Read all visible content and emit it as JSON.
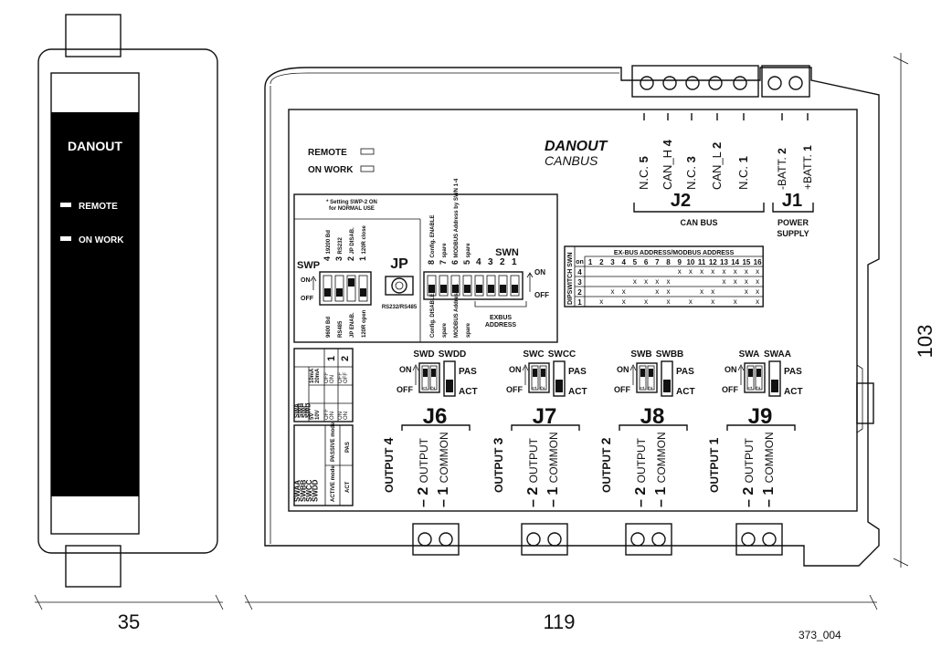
{
  "side_view": {
    "title": "DANOUT",
    "leds": [
      "REMOTE",
      "ON WORK"
    ],
    "width_dim": "35"
  },
  "front": {
    "brand": "DANOUT",
    "brand_sub": "CANBUS",
    "leds": [
      "REMOTE",
      "ON WORK"
    ],
    "width_dim": "119",
    "height_dim": "103",
    "figure_code": "373_004"
  },
  "connectors": {
    "j2": {
      "label": "J2",
      "group": "CAN BUS",
      "pins": [
        {
          "name": "N.C.",
          "num": "5"
        },
        {
          "name": "CAN_H",
          "num": "4"
        },
        {
          "name": "N.C.",
          "num": "3"
        },
        {
          "name": "CAN_L",
          "num": "2"
        },
        {
          "name": "N.C.",
          "num": "1"
        }
      ]
    },
    "j1": {
      "label": "J1",
      "group_line1": "POWER",
      "group_line2": "SUPPLY",
      "pins": [
        {
          "name": "-BATT.",
          "num": "2"
        },
        {
          "name": "+BATT.",
          "num": "1"
        }
      ]
    }
  },
  "swp_panel": {
    "note_line1": "* Setting SWP-2 ON",
    "note_line2": "for NORMAL USE",
    "swp_label": "SWP",
    "on": "ON",
    "off": "OFF",
    "top_labels": [
      {
        "num": "4",
        "text": "19200 Bd"
      },
      {
        "num": "3",
        "text": "RS232"
      },
      {
        "num": "2",
        "text": "JP DISAB."
      },
      {
        "num": "1",
        "text": "120R close"
      }
    ],
    "bottom_labels": [
      "9600 Bd",
      "RS485",
      "JP ENAB.",
      "120R open"
    ],
    "jp_label": "JP",
    "jp_sub": "RS232/RS485",
    "swn_label": "SWN",
    "swn_top_labels": [
      {
        "num": "8",
        "text": "Config. ENABLE"
      },
      {
        "num": "7",
        "text": "spare"
      },
      {
        "num": "6",
        "text": "MODBUS Address by SWN 1-4"
      },
      {
        "num": "5",
        "text": "spare"
      }
    ],
    "swn_bottom_labels": [
      "Config. DISABLE",
      "spare",
      "MODBUS Address=1",
      "spare"
    ],
    "swn_nums_right": [
      "4",
      "3",
      "2",
      "1"
    ],
    "exbus_line1": "EXBUS",
    "exbus_line2": "ADDRESS"
  },
  "address_table": {
    "title": "EX-BUS ADDRESS/MODBUS ADDRESS",
    "side_label": "DIPSWITCH SWN",
    "corner": "on",
    "columns": [
      "1",
      "2",
      "3",
      "4",
      "5",
      "6",
      "7",
      "8",
      "9",
      "10",
      "11",
      "12",
      "13",
      "14",
      "15",
      "16"
    ],
    "rows": [
      {
        "label": "4",
        "cells": [
          "",
          "",
          "",
          "",
          "",
          "",
          "",
          "",
          "x",
          "x",
          "x",
          "x",
          "x",
          "x",
          "x",
          "x"
        ]
      },
      {
        "label": "3",
        "cells": [
          "",
          "",
          "",
          "",
          "x",
          "x",
          "x",
          "x",
          "",
          "",
          "",
          "",
          "x",
          "x",
          "x",
          "x"
        ]
      },
      {
        "label": "2",
        "cells": [
          "",
          "",
          "x",
          "x",
          "",
          "",
          "x",
          "x",
          "",
          "",
          "x",
          "x",
          "",
          "",
          "x",
          "x"
        ]
      },
      {
        "label": "1",
        "cells": [
          "",
          "x",
          "",
          "x",
          "",
          "x",
          "",
          "x",
          "",
          "x",
          "",
          "x",
          "",
          "x",
          "",
          "x"
        ]
      }
    ]
  },
  "range_table": {
    "header": [
      "1",
      "2"
    ],
    "rows": [
      {
        "label": "SWA SWB SWC SWD",
        "sublabels": [
          "10mA",
          "20mA",
          "5V",
          "10V"
        ],
        "col1": [
          "OFF",
          "ON",
          "OFF",
          "ON"
        ],
        "col2": [
          "OFF",
          "OFF",
          "ON",
          "ON"
        ]
      }
    ]
  },
  "mode_table": {
    "label": "SWAA SWBB SWCC SWDD",
    "passive": "PASSIVE mode",
    "active": "ACTIVE mode",
    "pas": "PAS",
    "act": "ACT"
  },
  "outputs": [
    {
      "sw": "SWD",
      "sw2": "SWDD",
      "jack": "J6",
      "output": "OUTPUT",
      "num": "4"
    },
    {
      "sw": "SWC",
      "sw2": "SWCC",
      "jack": "J7",
      "output": "OUTPUT",
      "num": "3"
    },
    {
      "sw": "SWB",
      "sw2": "SWBB",
      "jack": "J8",
      "output": "OUTPUT",
      "num": "2"
    },
    {
      "sw": "SWA",
      "sw2": "SWAA",
      "jack": "J9",
      "output": "OUTPUT",
      "num": "1"
    }
  ],
  "output_common": {
    "on": "ON",
    "off": "OFF",
    "pas": "PAS",
    "act": "ACT",
    "pin2_num": "2",
    "pin2_name": "OUTPUT",
    "pin1_num": "1",
    "pin1_name": "COMMON",
    "sw_nums": [
      "1",
      "2"
    ]
  }
}
